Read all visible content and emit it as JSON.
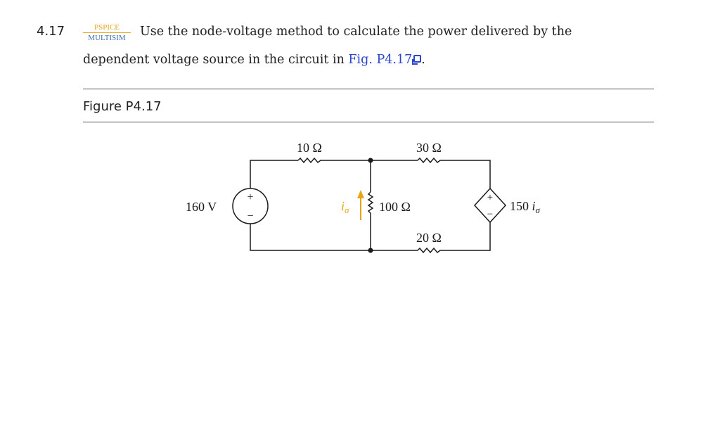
{
  "problem": {
    "number": "4.17",
    "badge_top": "PSPICE",
    "badge_bottom": "MULTISIM",
    "text_line1": "Use the node-voltage method to calculate the power delivered by the",
    "text_line2_prefix": "dependent voltage source in the circuit in ",
    "figure_link": "Fig. P4.17",
    "figure_link_icon": "external-link-icon",
    "text_line2_suffix": "."
  },
  "figure": {
    "title": "Figure P4.17",
    "labels": {
      "r10": "10 Ω",
      "r30": "30 Ω",
      "r100": "100 Ω",
      "r20": "20 Ω",
      "vs": "160 V",
      "dep_coeff": "150 ",
      "dep_var": "i",
      "dep_sub": "σ",
      "current_var": "i",
      "current_sub": "σ",
      "plus": "+",
      "minus": "−"
    },
    "colors": {
      "current_arrow": "#e8a317",
      "wire": "#1a1a1a"
    }
  }
}
